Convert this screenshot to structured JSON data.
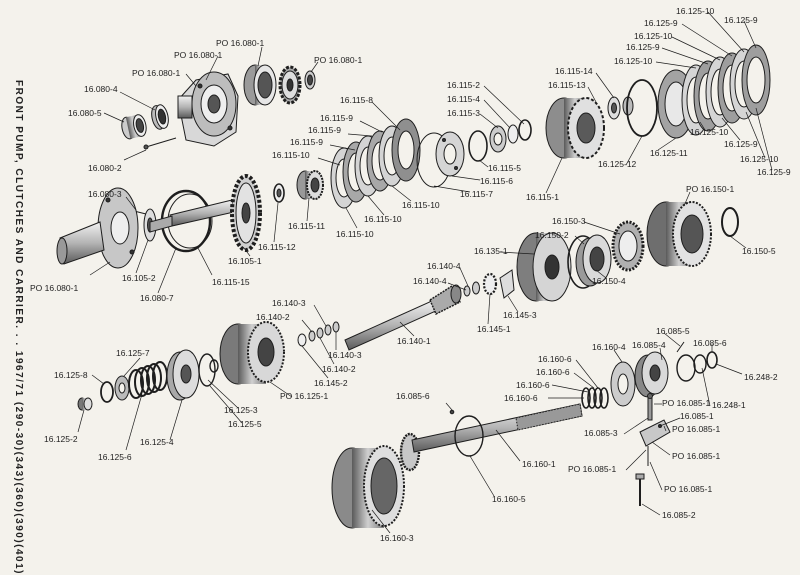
{
  "title": "FRONT PUMP, CLUTCHES AND CARRIER. . . 1967/71 (290-30)(343)(360)(390)(401)",
  "colors": {
    "ink": "#1e1e1e",
    "paper": "#f4f2ec",
    "metal": "#9c9c9c",
    "light": "#e4e4e4"
  },
  "labels": [
    {
      "id": "l1",
      "text": "PO 16.080-1"
    },
    {
      "id": "l2",
      "text": "PO 16.080-1"
    },
    {
      "id": "l3",
      "text": "PO 16.080-1"
    },
    {
      "id": "l4",
      "text": "PO 16.080-1"
    },
    {
      "id": "l5",
      "text": "16.080-4"
    },
    {
      "id": "l6",
      "text": "16.080-5"
    },
    {
      "id": "l7",
      "text": "16.080-2"
    },
    {
      "id": "l8",
      "text": "16.080-3"
    },
    {
      "id": "l9",
      "text": "PO 16.080-1"
    },
    {
      "id": "l10",
      "text": "16.105-2"
    },
    {
      "id": "l11",
      "text": "16.080-7"
    },
    {
      "id": "l12",
      "text": "16.115-15"
    },
    {
      "id": "l13",
      "text": "16.105-1"
    },
    {
      "id": "l14",
      "text": "16.115-12"
    },
    {
      "id": "l15",
      "text": "16.115-11"
    },
    {
      "id": "l16",
      "text": "16.115-10"
    },
    {
      "id": "l17",
      "text": "16.115-9"
    },
    {
      "id": "l18",
      "text": "16.115-9"
    },
    {
      "id": "l19",
      "text": "16.115-9"
    },
    {
      "id": "l20",
      "text": "16.115-8"
    },
    {
      "id": "l21",
      "text": "16.115-10"
    },
    {
      "id": "l22",
      "text": "16.115-10"
    },
    {
      "id": "l23",
      "text": "16.115-10"
    },
    {
      "id": "l24",
      "text": "16.115-2"
    },
    {
      "id": "l25",
      "text": "16.115-4"
    },
    {
      "id": "l26",
      "text": "16.115-3"
    },
    {
      "id": "l27",
      "text": "16.115-5"
    },
    {
      "id": "l28",
      "text": "16.115-6"
    },
    {
      "id": "l29",
      "text": "16.115-7"
    },
    {
      "id": "l30",
      "text": "16.115-14"
    },
    {
      "id": "l31",
      "text": "16.115-13"
    },
    {
      "id": "l32",
      "text": "16.115-1"
    },
    {
      "id": "l33",
      "text": "16.125-10"
    },
    {
      "id": "l34",
      "text": "16.125-9"
    },
    {
      "id": "l35",
      "text": "16.125-9"
    },
    {
      "id": "l36",
      "text": "16.125-10"
    },
    {
      "id": "l37",
      "text": "16.125-9"
    },
    {
      "id": "l38",
      "text": "16.125-10"
    },
    {
      "id": "l39",
      "text": "16.125-12"
    },
    {
      "id": "l40",
      "text": "16.125-11"
    },
    {
      "id": "l41",
      "text": "16.125-10"
    },
    {
      "id": "l42",
      "text": "16.125-9"
    },
    {
      "id": "l43",
      "text": "16.125-10"
    },
    {
      "id": "l44",
      "text": "16.125-9"
    },
    {
      "id": "l45",
      "text": "PO 16.150-1"
    },
    {
      "id": "l46",
      "text": "16.150-3"
    },
    {
      "id": "l47",
      "text": "16.150-2"
    },
    {
      "id": "l48",
      "text": "16.150-4"
    },
    {
      "id": "l49",
      "text": "16.150-5"
    },
    {
      "id": "l50",
      "text": "16.135-1"
    },
    {
      "id": "l51",
      "text": "16.140-4"
    },
    {
      "id": "l52",
      "text": "16.140-4"
    },
    {
      "id": "l53",
      "text": "16.145-1"
    },
    {
      "id": "l54",
      "text": "16.145-3"
    },
    {
      "id": "l55",
      "text": "16.140-3"
    },
    {
      "id": "l56",
      "text": "16.140-2"
    },
    {
      "id": "l57",
      "text": "16.140-1"
    },
    {
      "id": "l58",
      "text": "16.140-3"
    },
    {
      "id": "l59",
      "text": "16.140-2"
    },
    {
      "id": "l60",
      "text": "16.145-2"
    },
    {
      "id": "l61",
      "text": "PO 16.125-1"
    },
    {
      "id": "l62",
      "text": "16.125-3"
    },
    {
      "id": "l63",
      "text": "16.125-5"
    },
    {
      "id": "l64",
      "text": "16.125-4"
    },
    {
      "id": "l65",
      "text": "16.125-7"
    },
    {
      "id": "l66",
      "text": "16.125-8"
    },
    {
      "id": "l67",
      "text": "16.125-6"
    },
    {
      "id": "l68",
      "text": "16.125-2"
    },
    {
      "id": "l69",
      "text": "16.160-4"
    },
    {
      "id": "l70",
      "text": "16.160-6"
    },
    {
      "id": "l71",
      "text": "16.160-6"
    },
    {
      "id": "l72",
      "text": "16.160-6"
    },
    {
      "id": "l73",
      "text": "16.160-6"
    },
    {
      "id": "l74",
      "text": "16.085-6"
    },
    {
      "id": "l75",
      "text": "16.160-1"
    },
    {
      "id": "l76",
      "text": "16.160-5"
    },
    {
      "id": "l77",
      "text": "16.160-3"
    },
    {
      "id": "l78",
      "text": "16.085-5"
    },
    {
      "id": "l79",
      "text": "16.085-4"
    },
    {
      "id": "l80",
      "text": "16.085-6"
    },
    {
      "id": "l81",
      "text": "16.248-2"
    },
    {
      "id": "l82",
      "text": "PO 16.085-1"
    },
    {
      "id": "l83",
      "text": "16.085-1"
    },
    {
      "id": "l84",
      "text": "16.248-1"
    },
    {
      "id": "l85",
      "text": "16.085-3"
    },
    {
      "id": "l86",
      "text": "PO 16.085-1"
    },
    {
      "id": "l87",
      "text": "PO 16.085-1"
    },
    {
      "id": "l88",
      "text": "PO 16.085-1"
    },
    {
      "id": "l89",
      "text": "PO 16.085-1"
    },
    {
      "id": "l90",
      "text": "16.085-2"
    }
  ]
}
